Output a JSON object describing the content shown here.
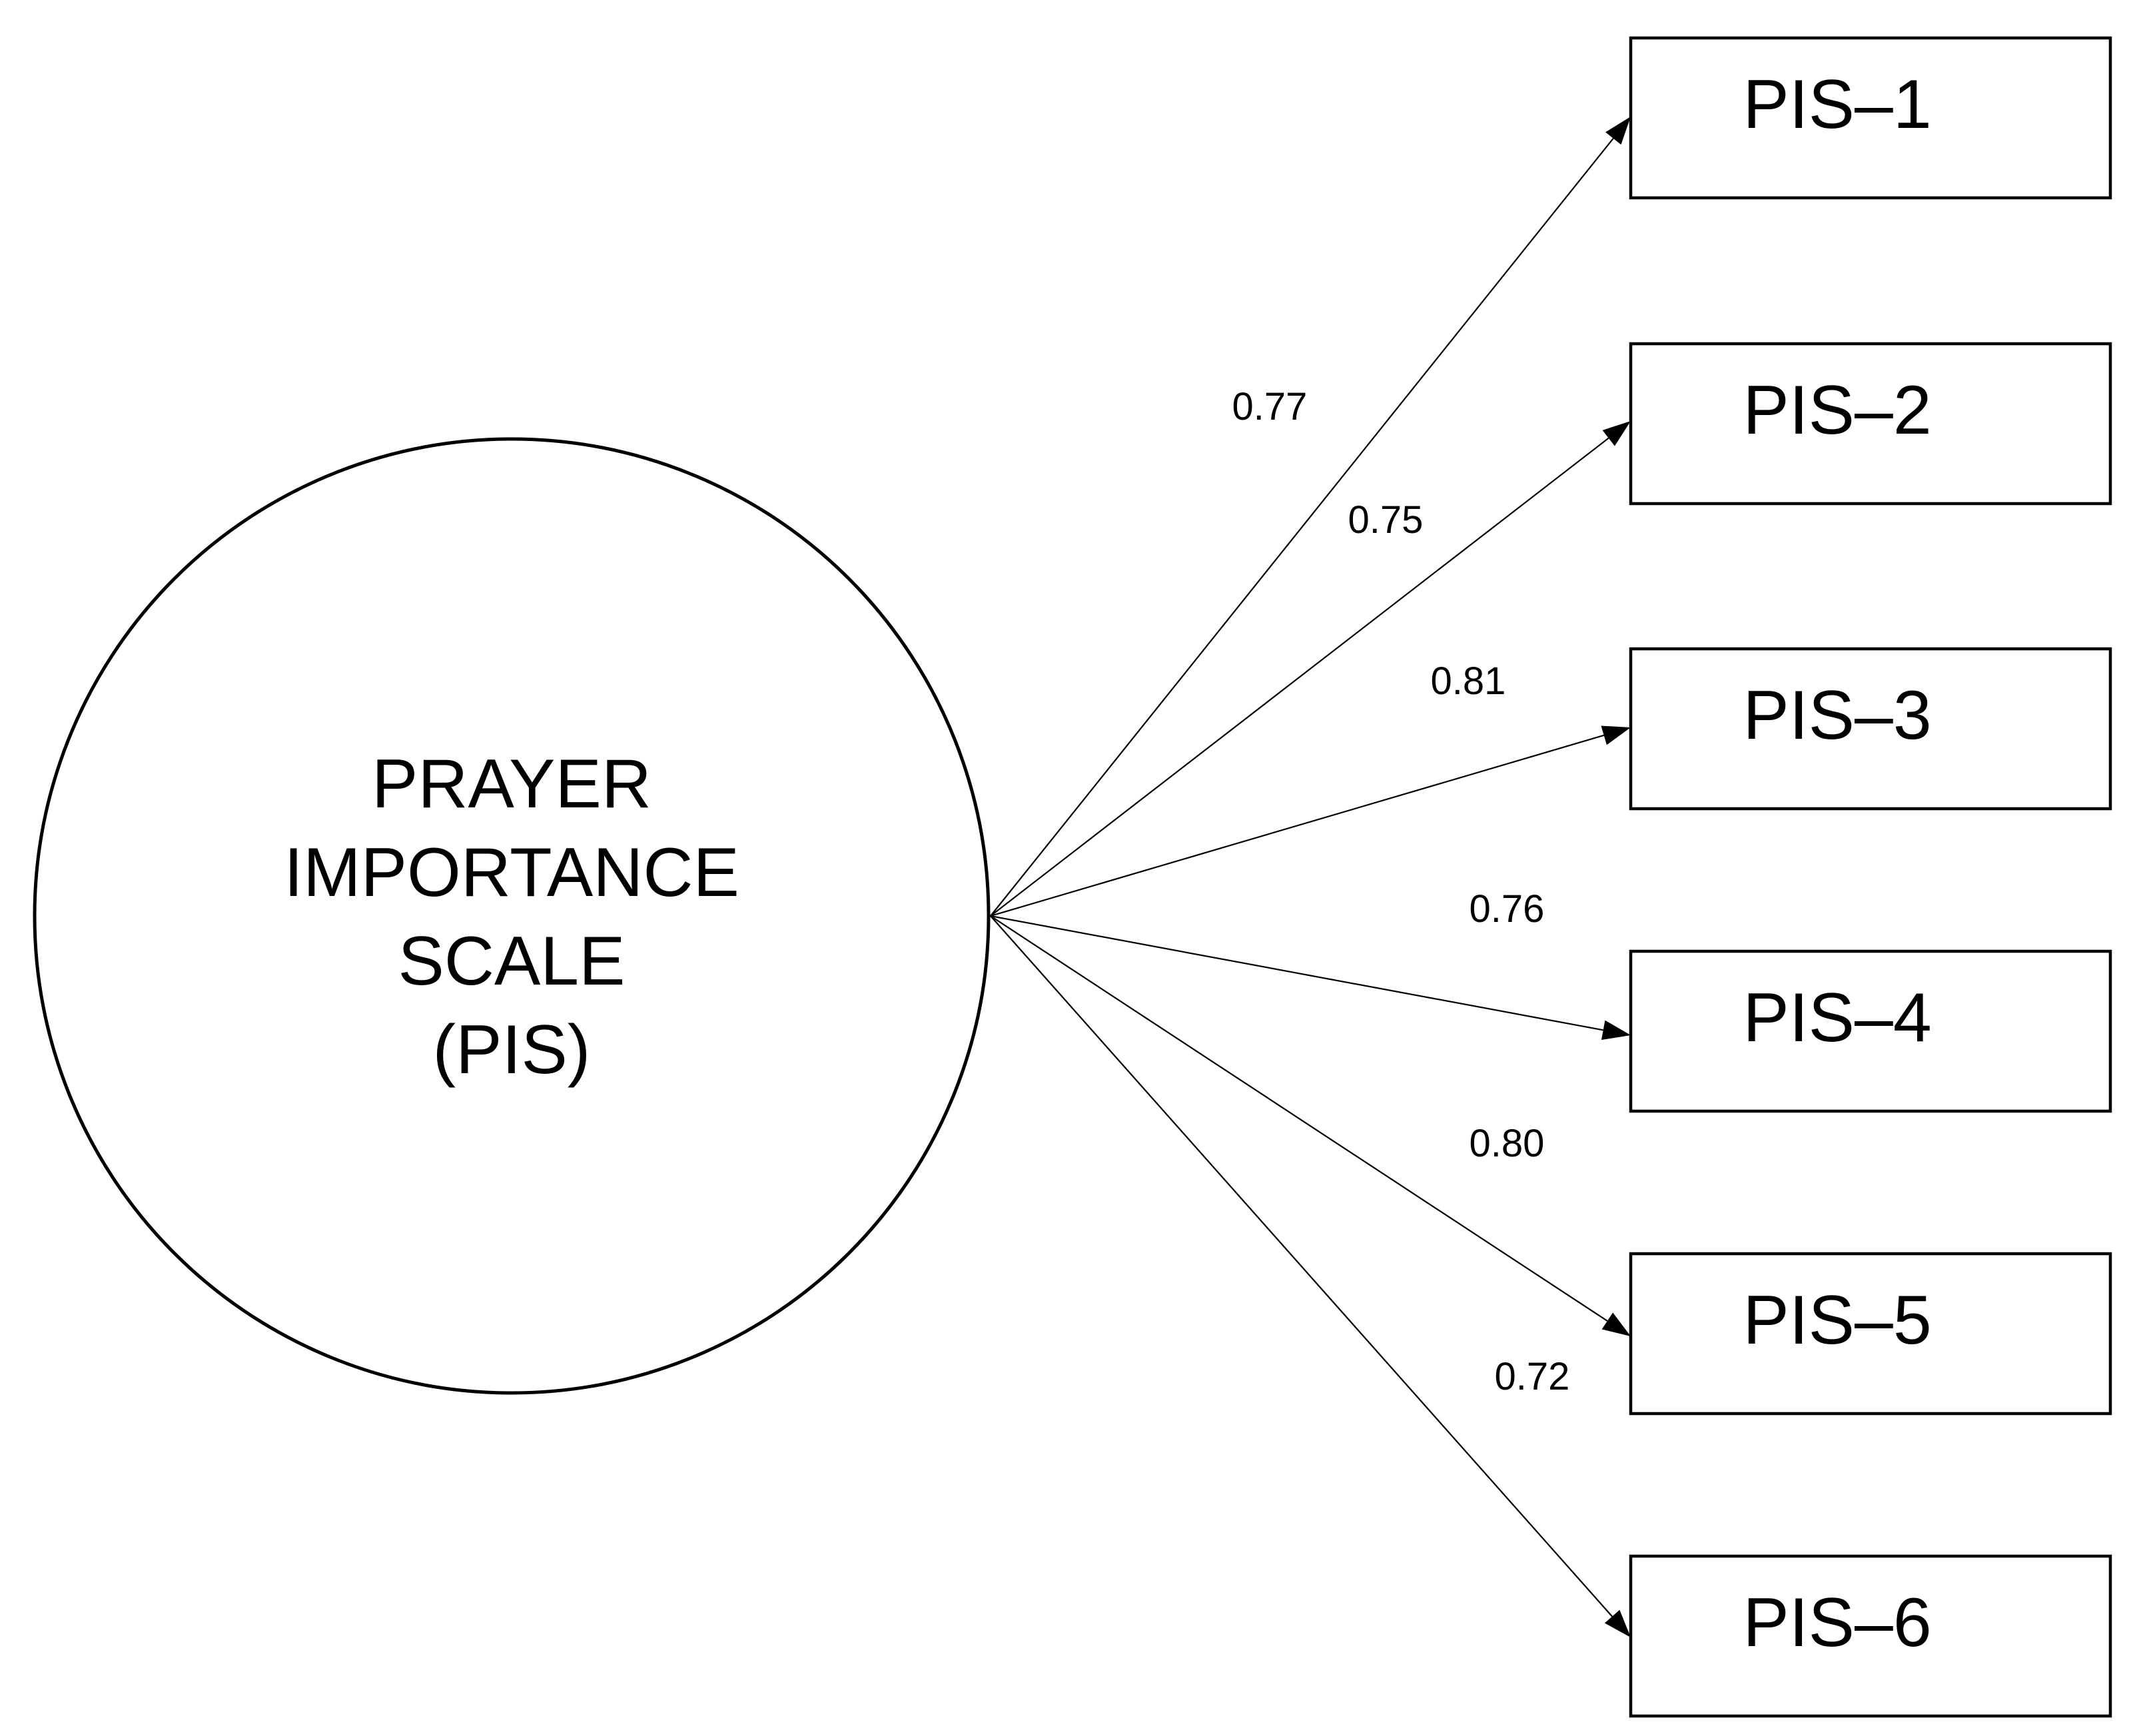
{
  "latent_factor": {
    "label_lines": [
      "PRAYER",
      "IMPORTANCE",
      "SCALE",
      "(PIS)"
    ]
  },
  "indicators": [
    {
      "label": "PIS–1",
      "loading": "0.77"
    },
    {
      "label": "PIS–2",
      "loading": "0.75"
    },
    {
      "label": "PIS–3",
      "loading": "0.81"
    },
    {
      "label": "PIS–4",
      "loading": "0.76"
    },
    {
      "label": "PIS–5",
      "loading": "0.80"
    },
    {
      "label": "PIS–6",
      "loading": "0.72"
    }
  ]
}
